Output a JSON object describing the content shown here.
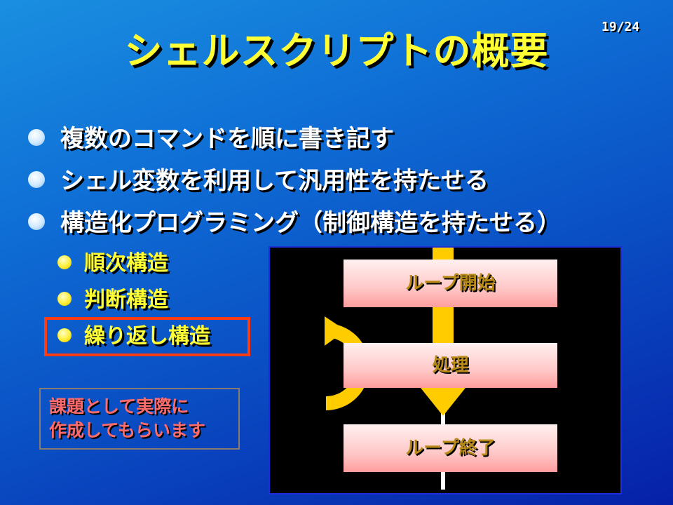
{
  "page_number": "19/24",
  "title": "シェルスクリプトの概要",
  "bullets": [
    "複数のコマンドを順に書き記す",
    "シェル変数を利用して汎用性を持たせる",
    "構造化プログラミング（制御構造を持たせる）"
  ],
  "sub_bullets": [
    "順次構造",
    "判断構造",
    "繰り返し構造"
  ],
  "highlighted_sub_bullet": "繰り返し構造",
  "note": {
    "line1": "課題として実際に",
    "line2": "作成してもらいます"
  },
  "diagram": {
    "boxes": [
      "ループ開始",
      "処理",
      "ループ終了"
    ]
  },
  "colors": {
    "title": "#ffff33",
    "sub_bullet_text": "#ffff33",
    "highlight_border": "#ff3b14",
    "note_text": "#ff6b6b",
    "arrow": "#ffcc00",
    "box_text": "#b88a18"
  }
}
